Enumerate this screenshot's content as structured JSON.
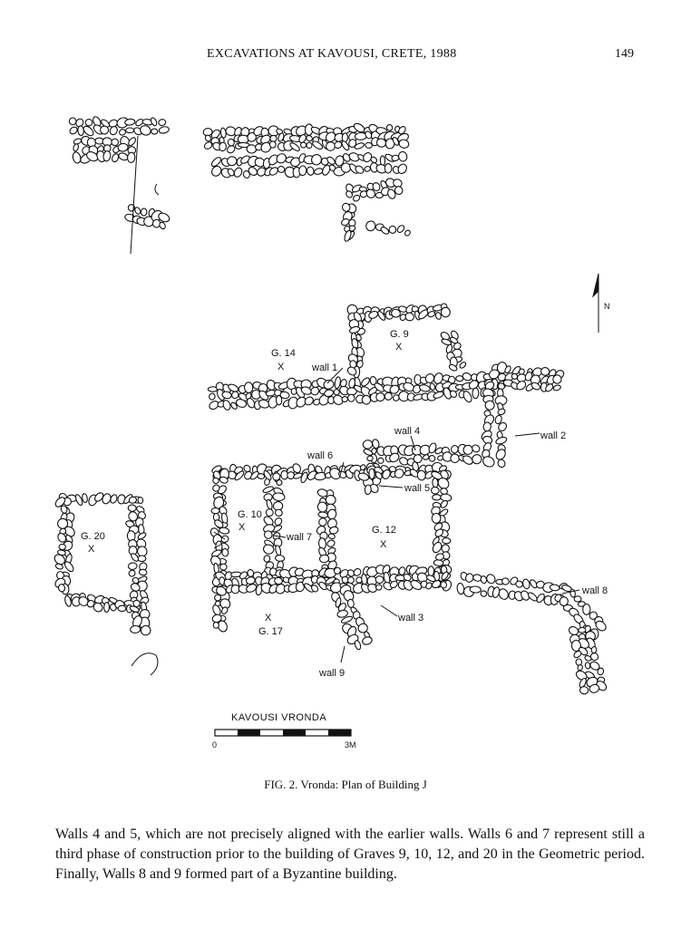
{
  "header": {
    "running_title": "EXCAVATIONS AT KAVOUSI, CRETE, 1988",
    "page_number": "149"
  },
  "figure": {
    "labels": {
      "g9": "G. 9",
      "g14": "G. 14",
      "g20": "G. 20",
      "g10": "G. 10",
      "g12": "G. 12",
      "g17": "G. 17",
      "x": "X",
      "wall1": "wall 1",
      "wall2": "wall 2",
      "wall3": "wall 3",
      "wall4": "wall 4",
      "wall5": "wall 5",
      "wall6": "wall 6",
      "wall7": "wall 7",
      "wall8": "wall 8",
      "wall9": "wall 9",
      "north": "N"
    },
    "scale": {
      "title": "KAVOUSI VRONDA",
      "start": "0",
      "end": "3M"
    }
  },
  "caption": {
    "text": "FIG. 2. Vronda: Plan of Building J"
  },
  "body": {
    "paragraph": "Walls 4 and 5, which are not precisely aligned with the earlier walls. Walls 6 and 7 represent still a third phase of construction prior to the building of Graves 9, 10, 12, and 20 in the Geometric period. Finally, Walls 8 and 9 formed part of a Byzantine building."
  }
}
